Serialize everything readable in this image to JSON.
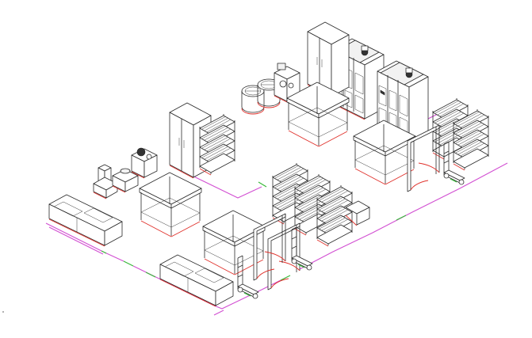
{
  "drawing": {
    "style": "isometric line drawing",
    "background": "#ffffff",
    "colors": {
      "linework": "#2a2a2a",
      "floor_wall_line": "#d24fd2",
      "door_swing": "#e0302a",
      "green_segments": "#39b83a"
    }
  },
  "equipment": {
    "tall_cabinets": 3,
    "glass_door_cabinets": 2,
    "rectangular_worktables": 5,
    "shelving_racks": 6,
    "double_sinks": 2,
    "round_mixers": 2,
    "hand_trucks": 3,
    "door_frames": 3,
    "small_appliances": 4
  }
}
